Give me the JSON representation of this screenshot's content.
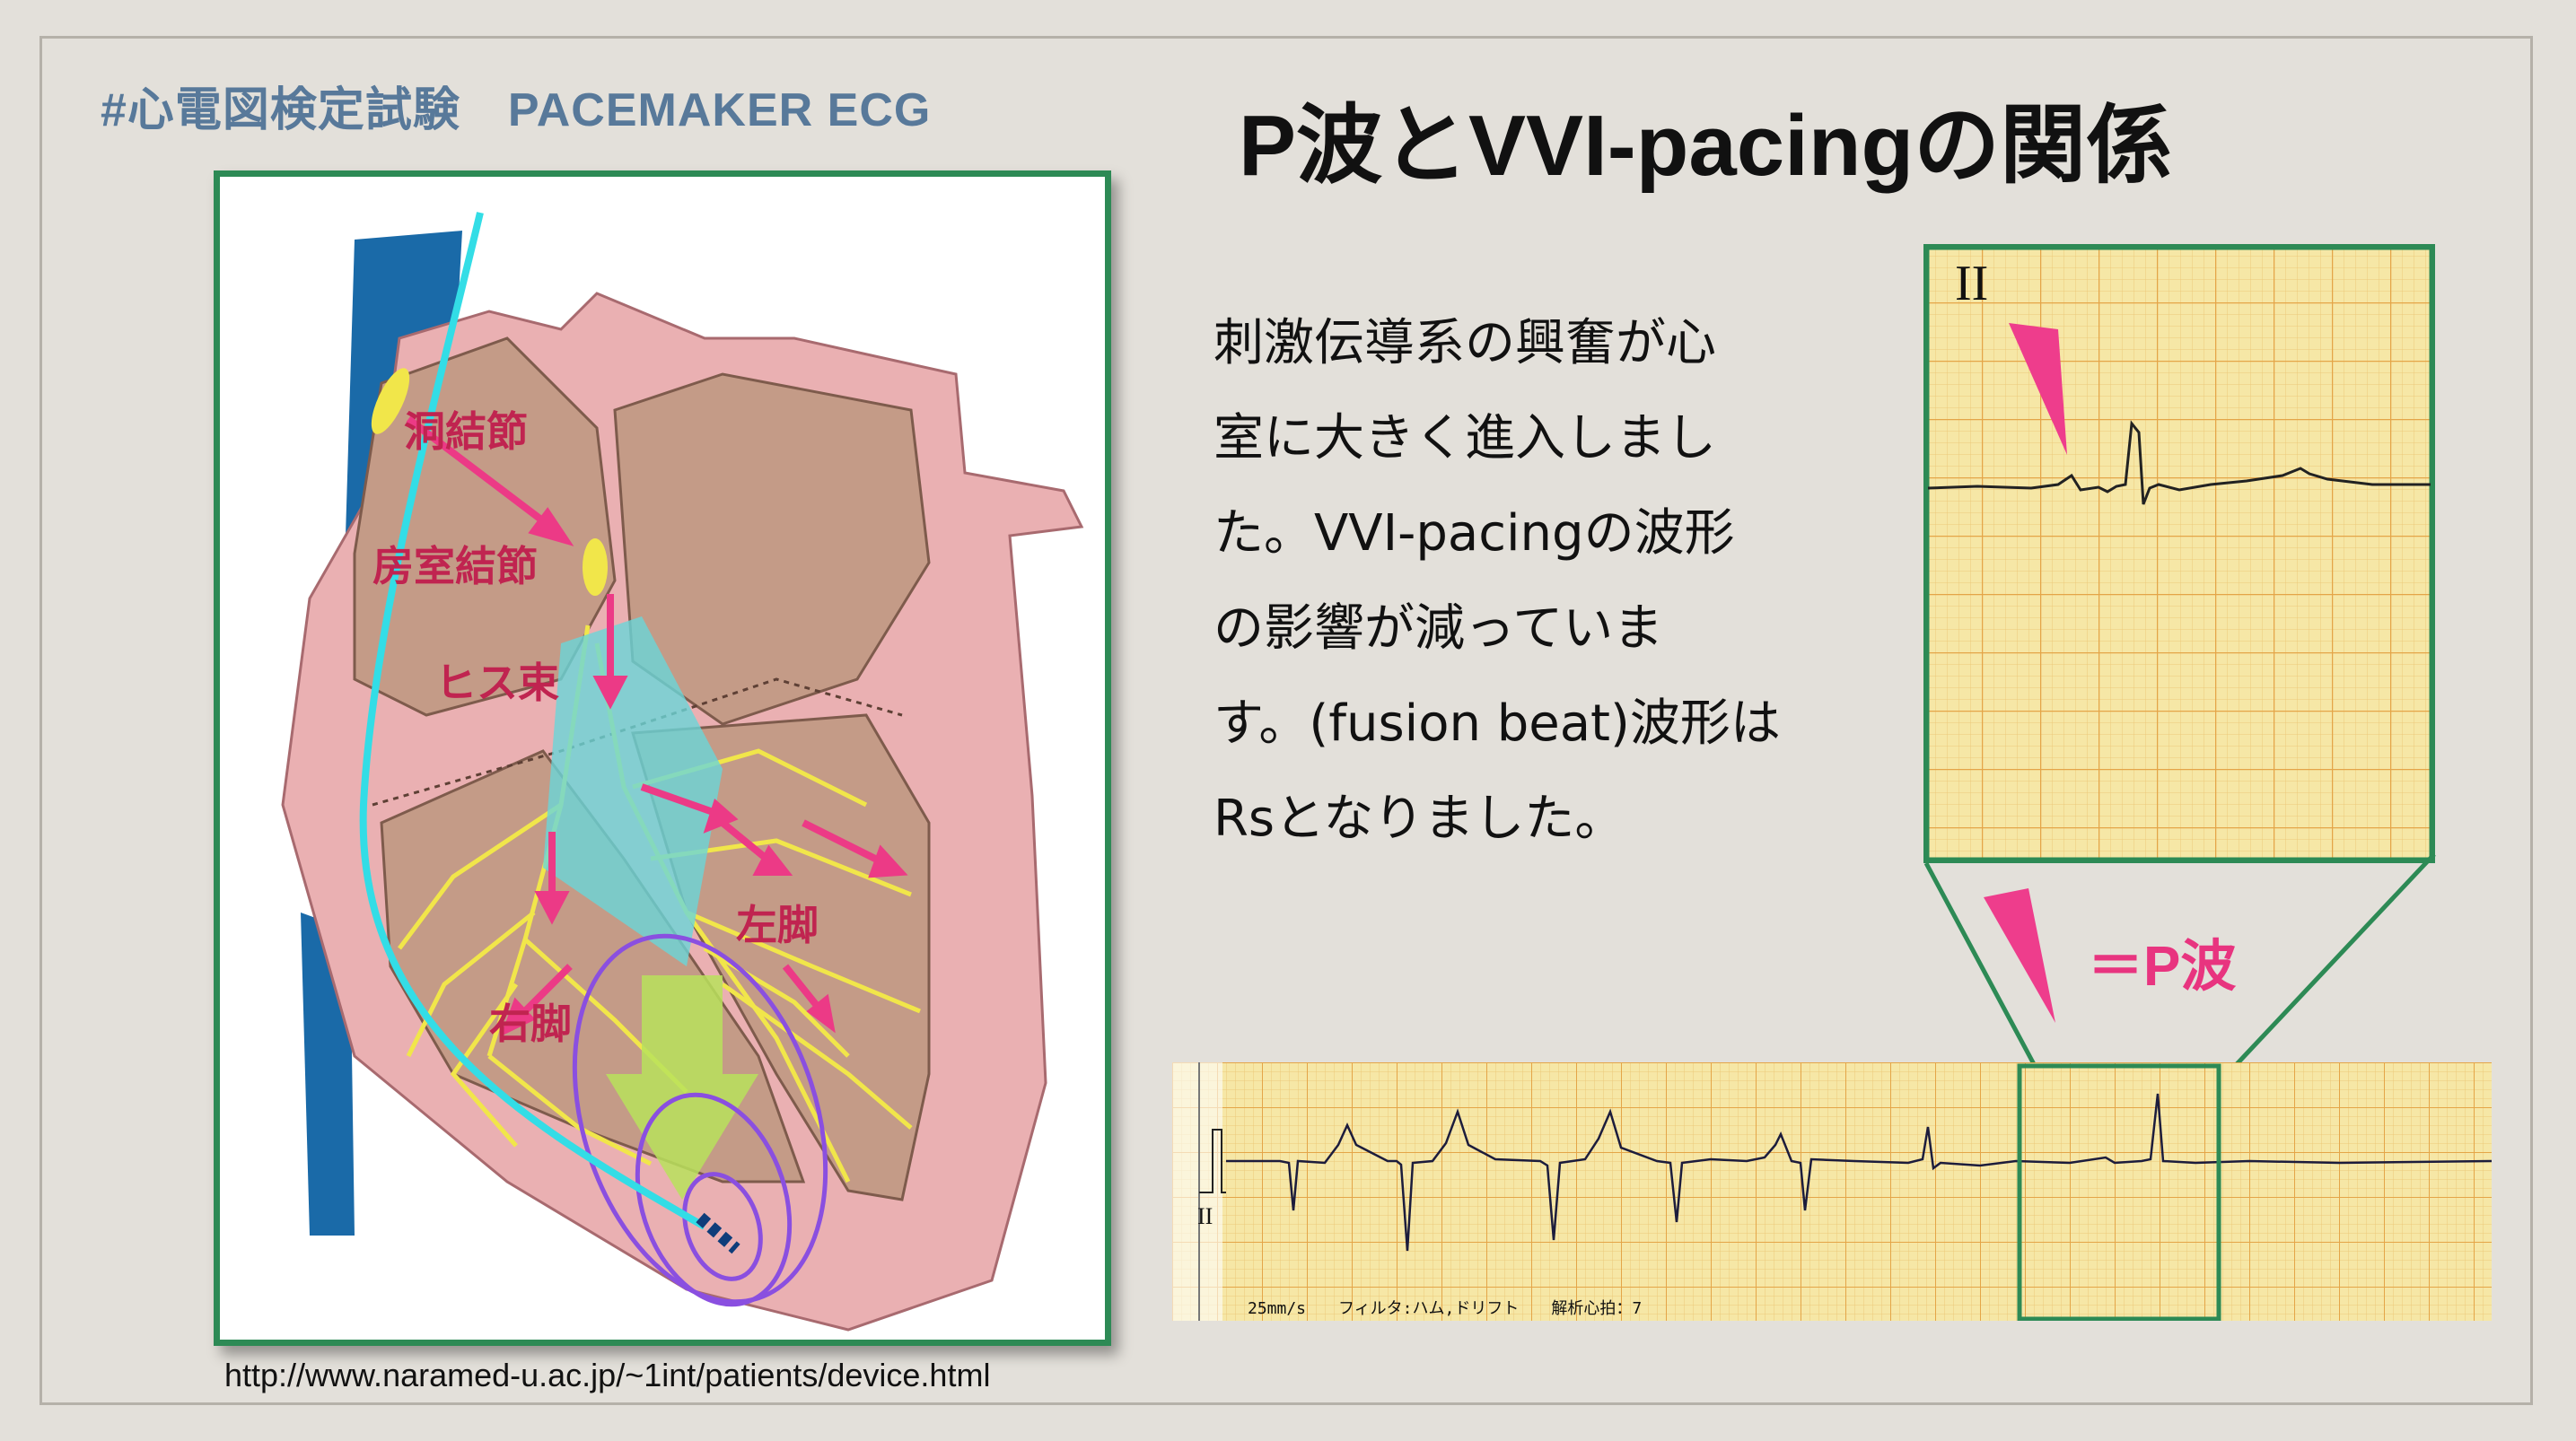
{
  "header": {
    "hashtag": "#心電図検定試験　PACEMAKER ECG",
    "title": "P波とVVI-pacingの関係"
  },
  "heart_diagram": {
    "labels": {
      "sa_node": "洞結節",
      "av_node": "房室結節",
      "his_bundle": "ヒス束",
      "left_bundle": "左脚",
      "right_bundle": "右脚"
    },
    "colors": {
      "heart_wall": "#eab0b2",
      "chamber": "#c49b87",
      "vessel": "#1a6aa8",
      "conduction_fibers": "#f1e64a",
      "pacing_lead": "#33dde6",
      "arrows": "#ec3a86",
      "pacing_field": "#8a4fe0",
      "label_text": "#c02450"
    }
  },
  "source": {
    "url": "http://www.naramed-u.ac.jp/~1int/patients/device.html"
  },
  "description": {
    "lines": [
      "刺激伝導系の興奮が心",
      "室に大きく進入しまし",
      "た。VVI-pacingの波形",
      "の影響が減っていま",
      "す。(fusion beat)波形は",
      "Rsとなりました。"
    ]
  },
  "ecg_zoom": {
    "lead_label": "II",
    "marker_color": "#ee3d8c",
    "grid_color": "#f6e7a6",
    "frame_color": "#2d8a55"
  },
  "p_wave_label": "＝P波",
  "ecg_strip": {
    "lead_label": "II",
    "footer_text": "25mm/s　　フィルタ:ハム,ドリフト　　解析心拍：7"
  }
}
